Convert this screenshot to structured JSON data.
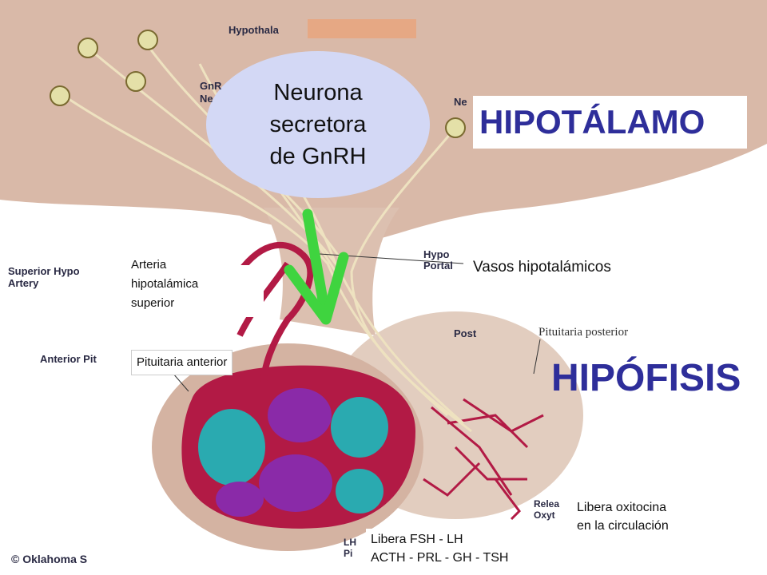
{
  "colors": {
    "tissue": "#d9b9a8",
    "vessel": "#b21a45",
    "title_blue": "#2e2e9a",
    "bubble": "#d3d8f5",
    "arrow": "#3fd43f",
    "cell_teal": "#2aaab0",
    "cell_purple": "#8a2aa8"
  },
  "labels": {
    "neurona": "Neurona\nsecretora\n de GnRH",
    "hipotalamo": "HIPOTÁLAMO",
    "hipofisis": "HIPÓFISIS",
    "vasos": "Vasos hipotalámicos",
    "arteria": "Arteria\nhipotalámica\n superior",
    "pit_anterior": "Pituitaria anterior",
    "pit_posterior": "Pituitaria posterior",
    "libera_oxitocina": "Libera oxitocina\n en la circulación",
    "libera_fsh": "Libera FSH - LH\nACTH - PRL - GH - TSH"
  },
  "original_fragments": {
    "hypothala": "Hypothala",
    "gnrh_ne": "GnR\nNe",
    "ne_right": "Ne",
    "superior_hypo": "Superior Hypo\nArtery",
    "hypo_portal": "Hypo\nPortal",
    "post": "Post",
    "anterior_pit": "Anterior Pit",
    "relea_oxyt": "Relea\nOxyt",
    "lh_pi": "LH\nPi",
    "copyright": "© Oklahoma S"
  }
}
